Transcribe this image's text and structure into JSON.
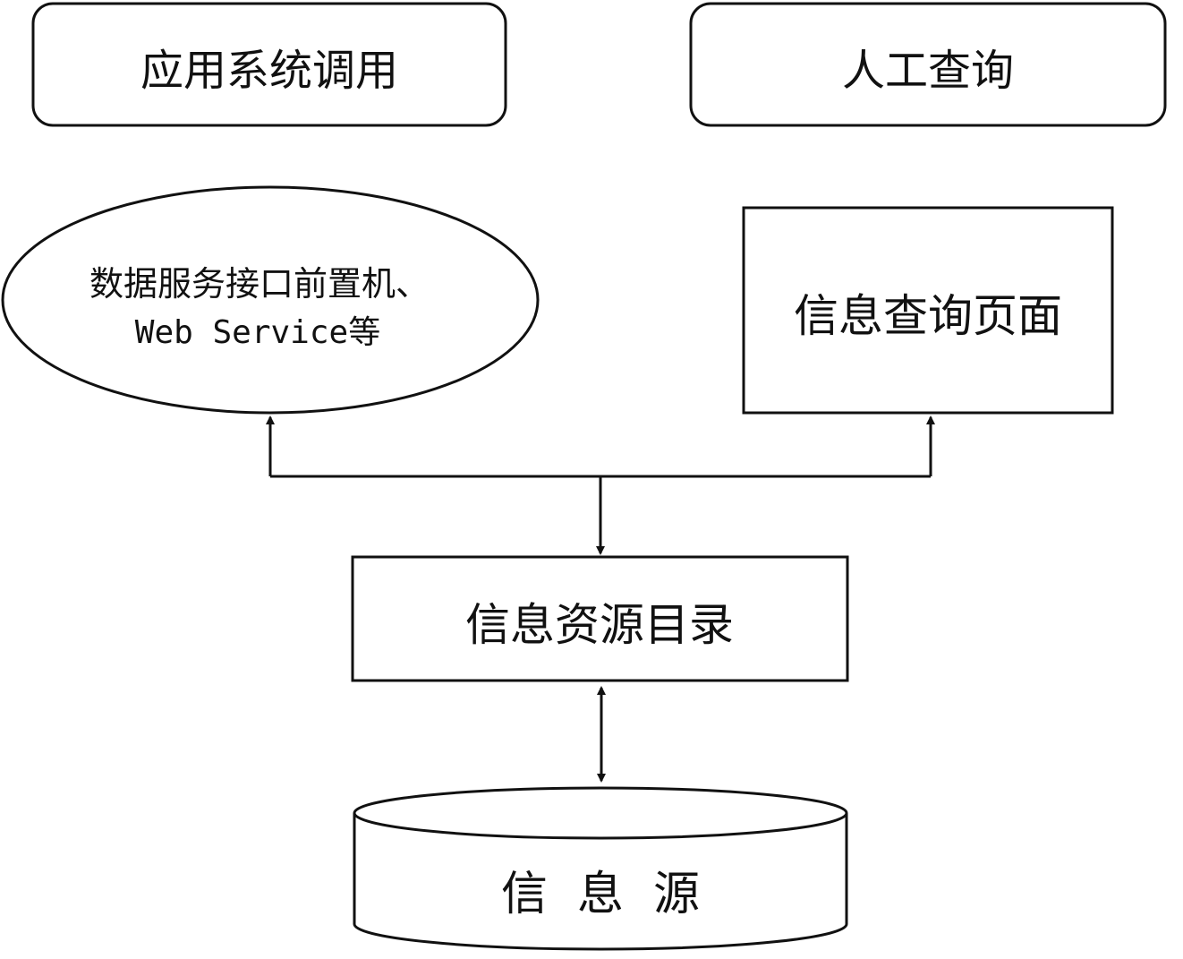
{
  "diagram": {
    "nodes": {
      "app_system_call": "应用系统调用",
      "manual_query": "人工查询",
      "data_service_line1": "数据服务接口前置机、",
      "data_service_line2": "Web Service等",
      "info_query_page": "信息查询页面",
      "info_resource_catalog": "信息资源目录",
      "info_source": "信  息  源"
    }
  },
  "colors": {
    "stroke": "#111111",
    "background": "#ffffff"
  }
}
